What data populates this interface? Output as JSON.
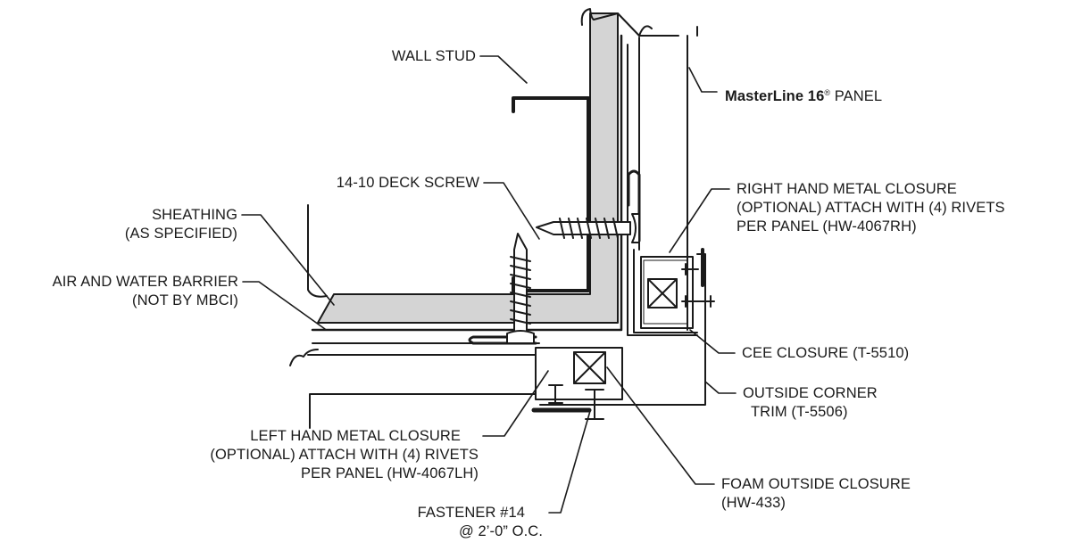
{
  "labels": {
    "wall_stud": "WALL STUD",
    "panel_brand": "MasterLine 16",
    "panel_reg": "®",
    "panel_word": " PANEL",
    "deck_screw": "14-10 DECK SCREW",
    "sheathing_1": "SHEATHING",
    "sheathing_2": "(AS SPECIFIED)",
    "air_1": "AIR AND WATER BARRIER",
    "air_2": "(NOT BY MBCI)",
    "rh_1": "RIGHT HAND METAL CLOSURE",
    "rh_2": "(OPTIONAL) ATTACH WITH (4) RIVETS",
    "rh_3": "PER PANEL (HW-4067RH)",
    "cee": "CEE CLOSURE (T-5510)",
    "trim_1": "OUTSIDE CORNER",
    "trim_2": "TRIM (T-5506)",
    "lh_1": "LEFT HAND METAL CLOSURE",
    "lh_2": "(OPTIONAL) ATTACH WITH (4) RIVETS",
    "lh_3": "PER PANEL (HW-4067LH)",
    "foam_1": "FOAM OUTSIDE CLOSURE",
    "foam_2": "(HW-433)",
    "fastener_1": "FASTENER #14",
    "fastener_2": "@ 2’-0” O.C."
  },
  "colors": {
    "line": "#1a1a1a",
    "sheathing_fill": "#d4d4d4",
    "background": "#ffffff"
  }
}
